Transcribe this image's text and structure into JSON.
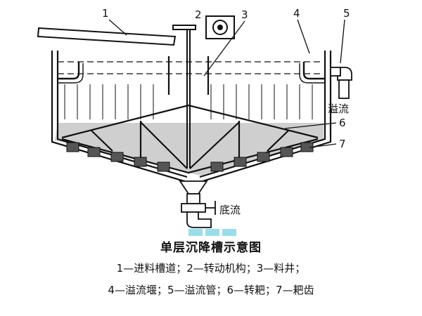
{
  "labels": {
    "l1": "1",
    "l2": "2",
    "l3": "3",
    "l4": "4",
    "l5": "5",
    "l6": "6",
    "l7": "7",
    "overflow": "溢流",
    "underflow": "底流"
  },
  "caption": {
    "title": "单层沉降槽示意图",
    "line1": "1—进料槽道；2—转动机构；3—料井；",
    "line2": "4—溢流堰；5—溢流管；6—转耙；7—耙齿"
  },
  "colors": {
    "line": "#111111",
    "sediment": "#cfcfcf",
    "teeth": "#555555",
    "highlight": "#7fd6e6"
  }
}
